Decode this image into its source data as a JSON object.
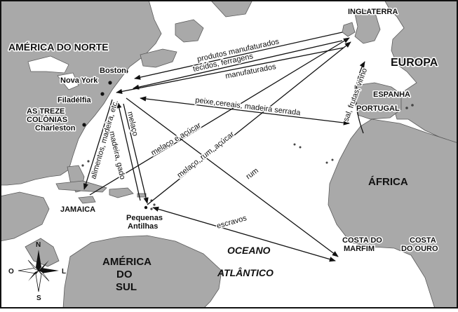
{
  "regions": {
    "north_america": "AMÉRICA DO NORTE",
    "europe": "EUROPA",
    "africa": "ÁFRICA",
    "south_america": [
      "AMÉRICA",
      "DO",
      "SUL"
    ]
  },
  "places": {
    "inglaterra": "INGLATERRA",
    "espanha": "ESPANHA",
    "portugal": "PORTUGAL",
    "boston": "Boston",
    "nova_york": "Nova York",
    "filadelfia": "Filadélfia",
    "treze_colonias": [
      "AS TREZE",
      "COLÔNIAS"
    ],
    "charleston": "Charleston",
    "jamaica": "JAMAICA",
    "pequenas_antilhas": [
      "Pequenas",
      "Antilhas"
    ],
    "costa_marfim": [
      "COSTA DO",
      "MARFIM"
    ],
    "costa_ouro": [
      "COSTA",
      "DO OURO"
    ]
  },
  "ocean": [
    "OCEANO",
    "ATLÂNTICO"
  ],
  "routes": {
    "produtos_manufaturados": "produtos manufaturados",
    "tecidos_ferragens": "tecidos, ferragens",
    "manufaturados": "manufaturados",
    "peixe_cereais": "peixe,cereais, madeira serrada",
    "sal_frutas_vinho": "sal, frutas, vinho",
    "alimentos": "alimentos, madeira, etc.",
    "melaco": "melaço",
    "madeira_gado": "madeira, gado",
    "melaco_acucar": "melaço e açúcar",
    "melaco_rum_acucar": "melaço, rum, açúcar",
    "rum": "rum",
    "escravos": "escravos"
  },
  "compass": {
    "north": "N",
    "south": "S",
    "east": "L",
    "west": "O"
  },
  "colors": {
    "land": "#a9a9a9",
    "sea": "#ffffff",
    "coast": "#5a5a5a",
    "ink": "#111111"
  }
}
